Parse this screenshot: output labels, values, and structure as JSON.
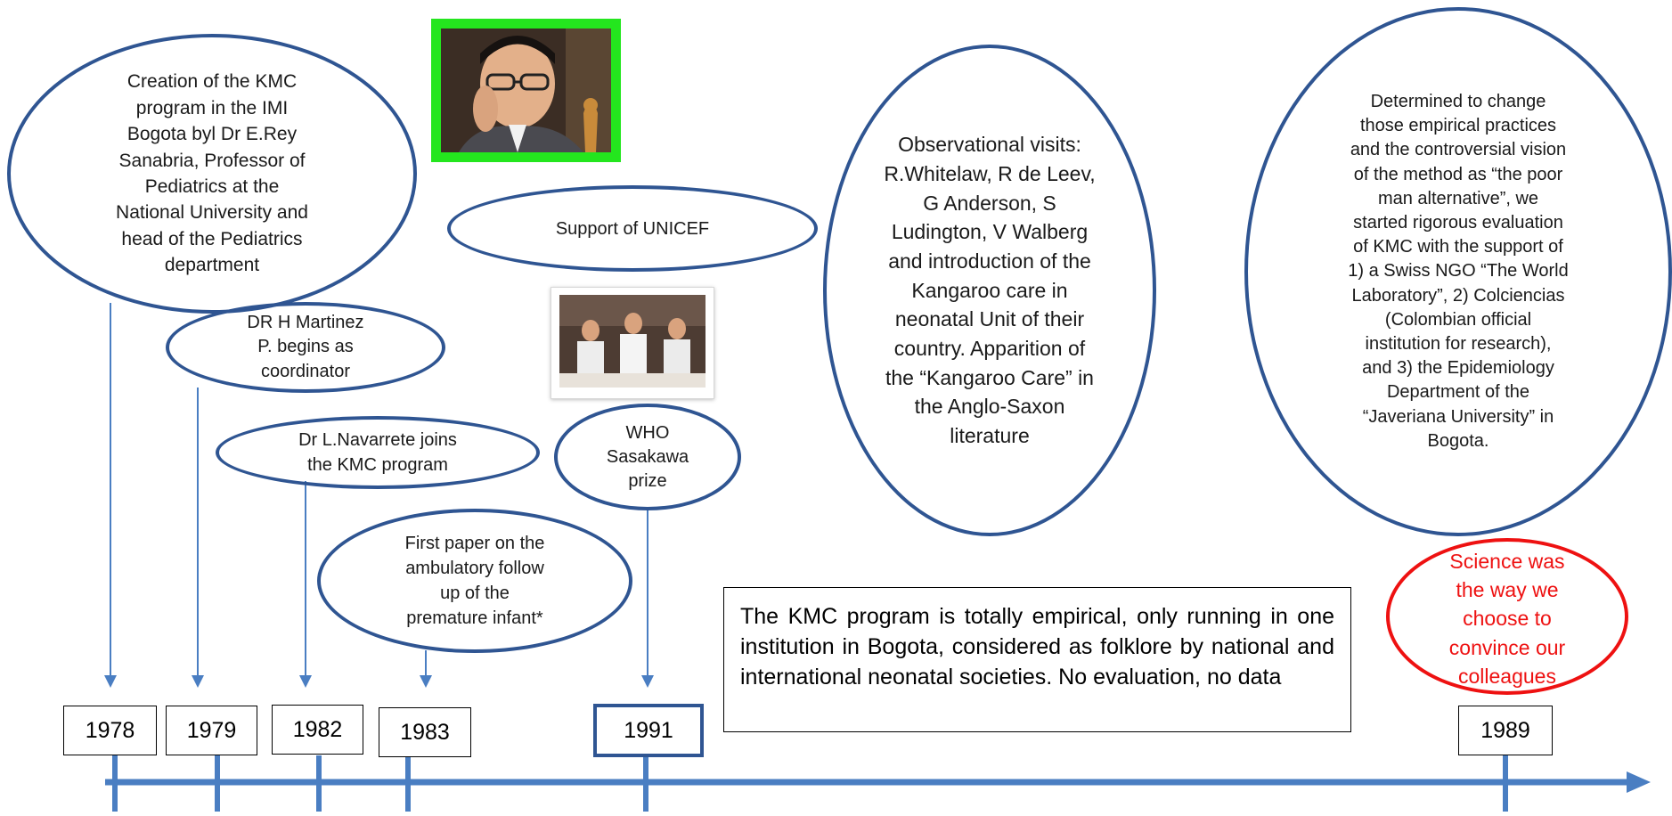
{
  "events": {
    "creation": "Creation of the KMC\nprogram in the IMI\nBogota byl  Dr E.Rey\nSanabria, Professor of\nPediatrics  at the\nNational University and\nhead of the Pediatrics\ndepartment",
    "martinez": "DR H Martinez\nP. begins as\ncoordinator",
    "navarrete": "Dr L.Navarrete joins\nthe KMC program",
    "first_paper": "First paper on the\nambulatory follow\nup of the\npremature infant*",
    "unicef": "Support of  UNICEF",
    "who_prize": "WHO\nSasakawa\nprize",
    "observational": "Observational visits:\nR.Whitelaw, R de Leev,\nG Anderson, S\nLudington, V Walberg\nand introduction of the\nKangaroo care in\nneonatal Unit of their\ncountry. Apparition of\nthe “Kangaroo Care” in\nthe Anglo-Saxon\nliterature",
    "determined": "Determined to change\nthose empirical practices\nand the controversial vision\nof the method as “the poor\nman alternative”, we\nstarted rigorous evaluation\nof KMC with the support of\n1) a Swiss NGO “The World\nLaboratory”, 2) Colciencias\n(Colombian official\ninstitution for research),\nand 3) the Epidemiology\nDepartment of the\n“Javeriana University” in\nBogota.",
    "science": "Science was\nthe way  we\nchoose to\nconvince our\ncolleagues"
  },
  "note": "The KMC program is totally empirical, only running in one institution in Bogota, considered as folklore by national and international neonatal societies. No evaluation, no data",
  "years": {
    "y1978": "1978",
    "y1979": "1979",
    "y1982": "1982",
    "y1983": "1983",
    "y1991": "1991",
    "y1989": "1989"
  },
  "colors": {
    "timeline": "#4a7ec2",
    "ellipse_border": "#2f5592",
    "science_red": "#ee1111",
    "photo_frame": "#24e61e"
  }
}
